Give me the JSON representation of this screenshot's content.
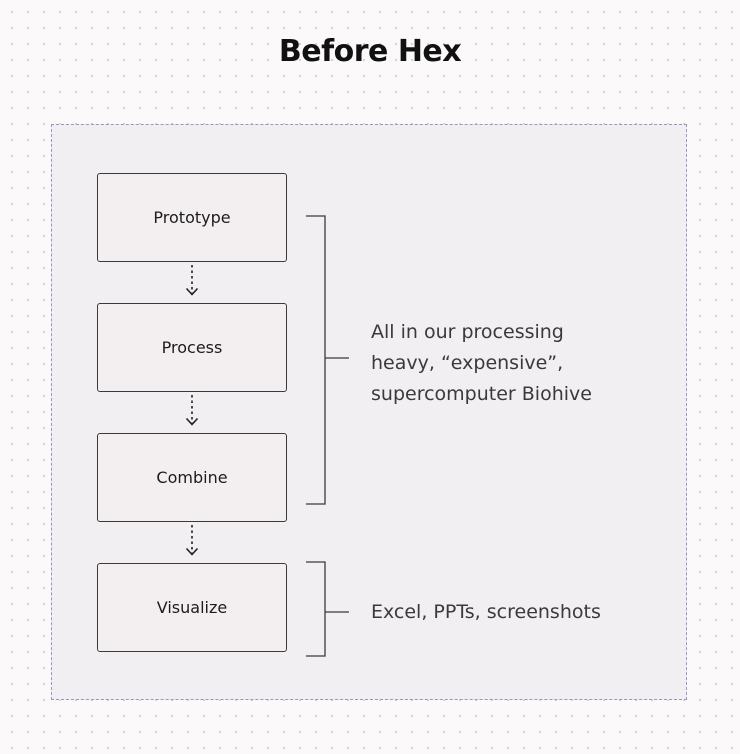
{
  "diagram": {
    "title": "Before Hex",
    "steps": [
      {
        "label": "Prototype"
      },
      {
        "label": "Process"
      },
      {
        "label": "Combine"
      },
      {
        "label": "Visualize"
      }
    ],
    "groups": [
      {
        "lines": [
          "All in our processing",
          "heavy, “expensive”,",
          "supercomputer Biohive"
        ]
      },
      {
        "lines": [
          "Excel, PPTs, screenshots"
        ]
      }
    ]
  },
  "colors": {
    "background": "#fbf9f9",
    "panel": "#f1eff1",
    "panel_border": "#9b94c8",
    "box_fill": "#f3eff1",
    "box_border": "#3a3a3a",
    "text": "#1b1b1b"
  }
}
